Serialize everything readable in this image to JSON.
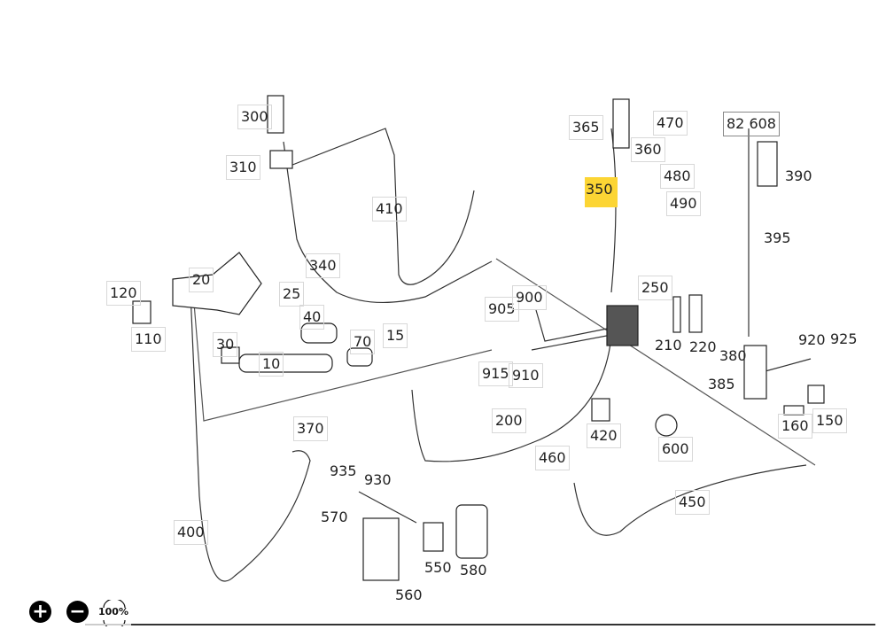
{
  "diagram": {
    "highlighted_part": "350",
    "labels": [
      {
        "id": "300",
        "text": "300"
      },
      {
        "id": "310",
        "text": "310"
      },
      {
        "id": "410",
        "text": "410"
      },
      {
        "id": "340",
        "text": "340"
      },
      {
        "id": "365",
        "text": "365"
      },
      {
        "id": "470",
        "text": "470"
      },
      {
        "id": "360",
        "text": "360"
      },
      {
        "id": "480",
        "text": "480"
      },
      {
        "id": "490",
        "text": "490"
      },
      {
        "id": "350",
        "text": "350"
      },
      {
        "id": "82608",
        "text": "82 608"
      },
      {
        "id": "390",
        "text": "390"
      },
      {
        "id": "395",
        "text": "395"
      },
      {
        "id": "120",
        "text": "120"
      },
      {
        "id": "110",
        "text": "110"
      },
      {
        "id": "20",
        "text": "20"
      },
      {
        "id": "25",
        "text": "25"
      },
      {
        "id": "40",
        "text": "40"
      },
      {
        "id": "30",
        "text": "30"
      },
      {
        "id": "10",
        "text": "10"
      },
      {
        "id": "70",
        "text": "70"
      },
      {
        "id": "15",
        "text": "15"
      },
      {
        "id": "905",
        "text": "905"
      },
      {
        "id": "900",
        "text": "900"
      },
      {
        "id": "250",
        "text": "250"
      },
      {
        "id": "210",
        "text": "210"
      },
      {
        "id": "220",
        "text": "220"
      },
      {
        "id": "380",
        "text": "380"
      },
      {
        "id": "920",
        "text": "920"
      },
      {
        "id": "925",
        "text": "925"
      },
      {
        "id": "915",
        "text": "915"
      },
      {
        "id": "910",
        "text": "910"
      },
      {
        "id": "385",
        "text": "385"
      },
      {
        "id": "160",
        "text": "160"
      },
      {
        "id": "150",
        "text": "150"
      },
      {
        "id": "200",
        "text": "200"
      },
      {
        "id": "420",
        "text": "420"
      },
      {
        "id": "600",
        "text": "600"
      },
      {
        "id": "370",
        "text": "370"
      },
      {
        "id": "460",
        "text": "460"
      },
      {
        "id": "450",
        "text": "450"
      },
      {
        "id": "935",
        "text": "935"
      },
      {
        "id": "930",
        "text": "930"
      },
      {
        "id": "570",
        "text": "570"
      },
      {
        "id": "400",
        "text": "400"
      },
      {
        "id": "550",
        "text": "550"
      },
      {
        "id": "580",
        "text": "580"
      },
      {
        "id": "560",
        "text": "560"
      }
    ]
  },
  "zoom_controls": {
    "zoom_in_icon": "+",
    "zoom_out_icon": "−",
    "reset_label": "100%"
  }
}
